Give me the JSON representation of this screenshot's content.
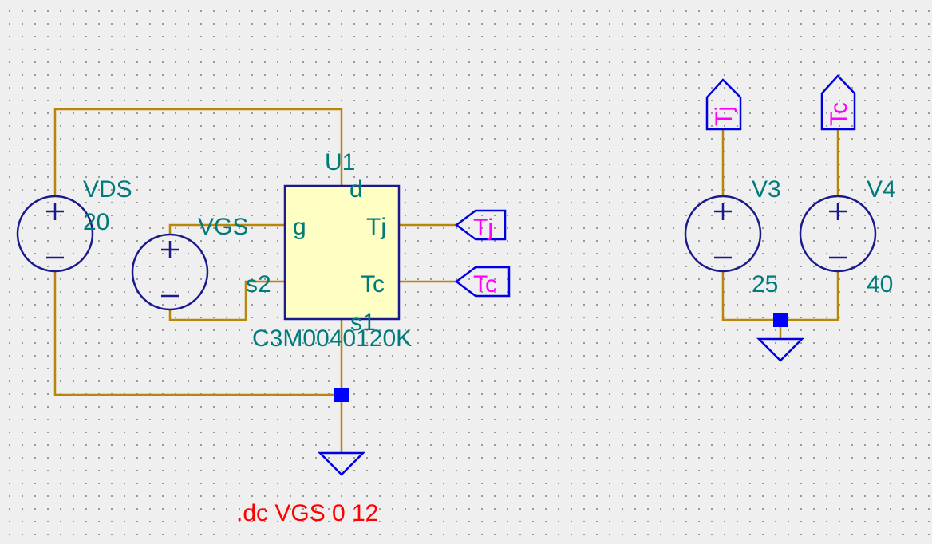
{
  "sources": {
    "vds": {
      "name": "VDS",
      "value": "20"
    },
    "vgs": {
      "name": "VGS"
    },
    "v3": {
      "name": "V3",
      "value": "25"
    },
    "v4": {
      "name": "V4",
      "value": "40"
    }
  },
  "device": {
    "ref": "U1",
    "part": "C3M0040120K",
    "pins": {
      "d": "d",
      "g": "g",
      "s1": "s1",
      "s2": "s2",
      "tj": "Tj",
      "tc": "Tc"
    }
  },
  "net_labels": {
    "tj": "Tj",
    "tc": "Tc"
  },
  "directive": ".dc VGS 0 12",
  "colors": {
    "wire": "#b8860b",
    "symbol": "#1a1a8c",
    "label": "#007b7b",
    "net_label": "#ff00ff",
    "directive": "#ff0000",
    "junction": "#0000ff",
    "background": "#efefef"
  }
}
